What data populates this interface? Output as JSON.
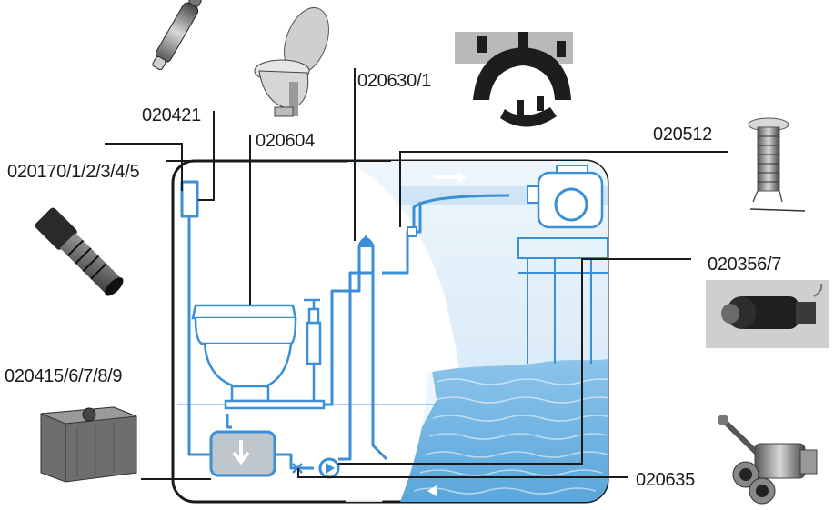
{
  "labels": {
    "vent_filter": "020421",
    "toilet": "020604",
    "hose_clamp": "020630/1",
    "deck_fitting": "020512",
    "through_hull": "020170/1/2/3/4/5",
    "pump": "020356/7",
    "holding_tank": "020415/6/7/8/9",
    "y_valve": "020635"
  },
  "colors": {
    "pipe": "#3a8fd6",
    "panel_light": "#d7eaf8",
    "water_dark": "#7fbde8",
    "outline": "#1a1a1a"
  }
}
